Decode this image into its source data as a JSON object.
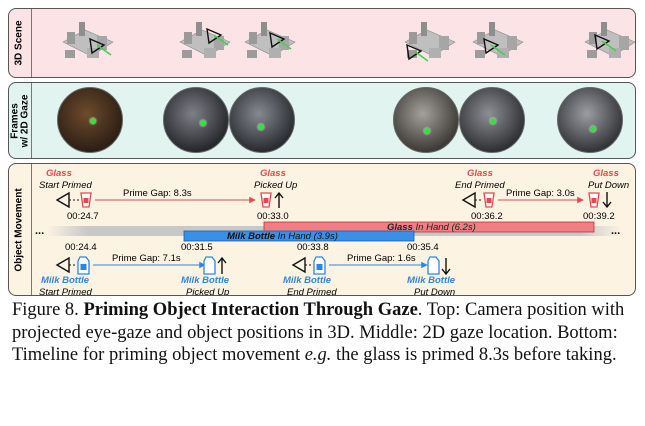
{
  "rows": {
    "scene_label": "3D Scene",
    "frames_label_line1": "Frames",
    "frames_label_line2": "w/ 2D Gaze",
    "movement_label": "Object Movement"
  },
  "timeline": {
    "dots_left": "...",
    "dots_right": "...",
    "glass": {
      "name": "Glass",
      "start_primed": "Start Primed",
      "picked_up": "Picked Up",
      "end_primed": "End Primed",
      "put_down": "Put Down",
      "gap1": "Prime Gap: 8.3s",
      "gap2": "Prime Gap: 3.0s",
      "t_start": "00:24.7",
      "t_pick": "00:33.0",
      "t_end": "00:36.2",
      "t_put": "00:39.2",
      "bar_name": "Glass",
      "bar_state": "In Hand (6.2s)"
    },
    "bottle": {
      "name": "Milk Bottle",
      "start_primed": "Start Primed",
      "picked_up": "Picked Up",
      "end_primed": "End Primed",
      "put_down": "Put Down",
      "gap1": "Prime Gap: 7.1s",
      "gap2": "Prime Gap: 1.6s",
      "t_start": "00:24.4",
      "t_pick": "00:31.5",
      "t_end": "00:33.8",
      "t_put": "00:35.4",
      "bar_name": "Milk Bottle",
      "bar_state": "In Hand (3.9s)"
    },
    "colors": {
      "glass": "#e8474c",
      "bottle": "#2f86e0"
    }
  },
  "caption": {
    "figure_label": "Figure 8.",
    "title": "Priming Object Interaction Through Gaze",
    "text1": ".  Top: Camera position with projected eye-gaze and object positions in 3D. Middle: 2D gaze location. Bottom: Timeline for priming object movement ",
    "eg": "e.g.",
    "text2": " the glass is primed 8.3s before taking."
  }
}
